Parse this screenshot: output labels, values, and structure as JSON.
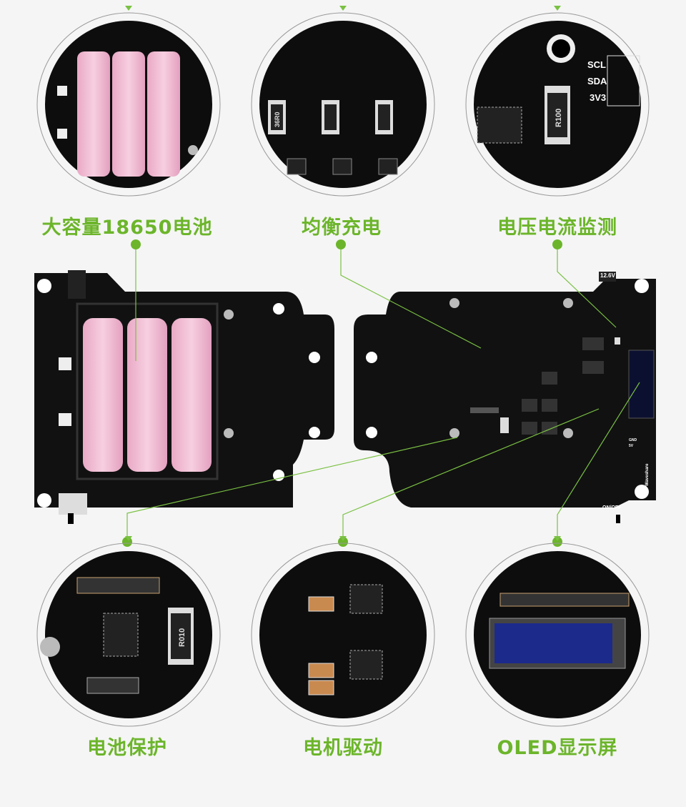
{
  "accent_color": "#6cb52b",
  "features": {
    "top": [
      {
        "label": "大容量18650电池"
      },
      {
        "label": "均衡充电"
      },
      {
        "label": "电压电流监测"
      }
    ],
    "bottom": [
      {
        "label": "电池保护"
      },
      {
        "label": "电机驱动"
      },
      {
        "label": "OLED显示屏"
      }
    ]
  },
  "silkscreen": {
    "voltage": "12.6V",
    "scl": "SCL",
    "sda": "SDA",
    "v33": "3V3",
    "gnd": "GND",
    "v5": "5V",
    "power_switch": "ON/OFF",
    "brand": "Waveshare",
    "shunt_r100": "R100",
    "shunt_r010": "R010",
    "balance_res": "36R0"
  }
}
